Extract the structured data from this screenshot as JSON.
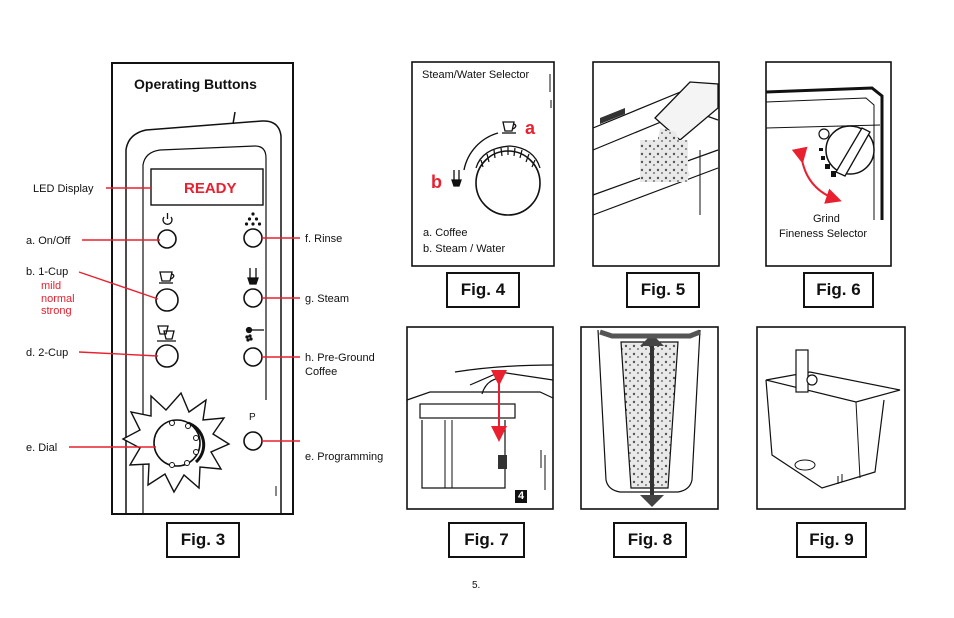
{
  "panel": {
    "title": "Operating Buttons",
    "display_text": "READY",
    "labels": {
      "led_display": "LED Display",
      "on_off": "a. On/Off",
      "one_cup": "b. 1-Cup",
      "mild": "mild",
      "normal": "normal",
      "strong": "strong",
      "two_cup": "d. 2-Cup",
      "dial": "e.  Dial",
      "rinse": "f. Rinse",
      "steam": "g. Steam",
      "pre_ground_1": "h.  Pre-Ground",
      "pre_ground_2": "Coffee",
      "programming": "e. Programming",
      "p_key": "P"
    }
  },
  "fig4": {
    "selector_title": "Steam/Water Selector",
    "letter_a": "a",
    "letter_b": "b",
    "legend_a": "a. Coffee",
    "legend_b": "b. Steam / Water"
  },
  "fig6": {
    "label_1": "Grind",
    "label_2": "Fineness Selector"
  },
  "fig7": {
    "badge": "4"
  },
  "captions": {
    "fig3": "Fig. 3",
    "fig4": "Fig. 4",
    "fig5": "Fig. 5",
    "fig6": "Fig. 6",
    "fig7": "Fig. 7",
    "fig8": "Fig. 8",
    "fig9": "Fig. 9"
  },
  "page_number": "5.",
  "colors": {
    "accent": "#e8202f",
    "ink": "#111111"
  }
}
